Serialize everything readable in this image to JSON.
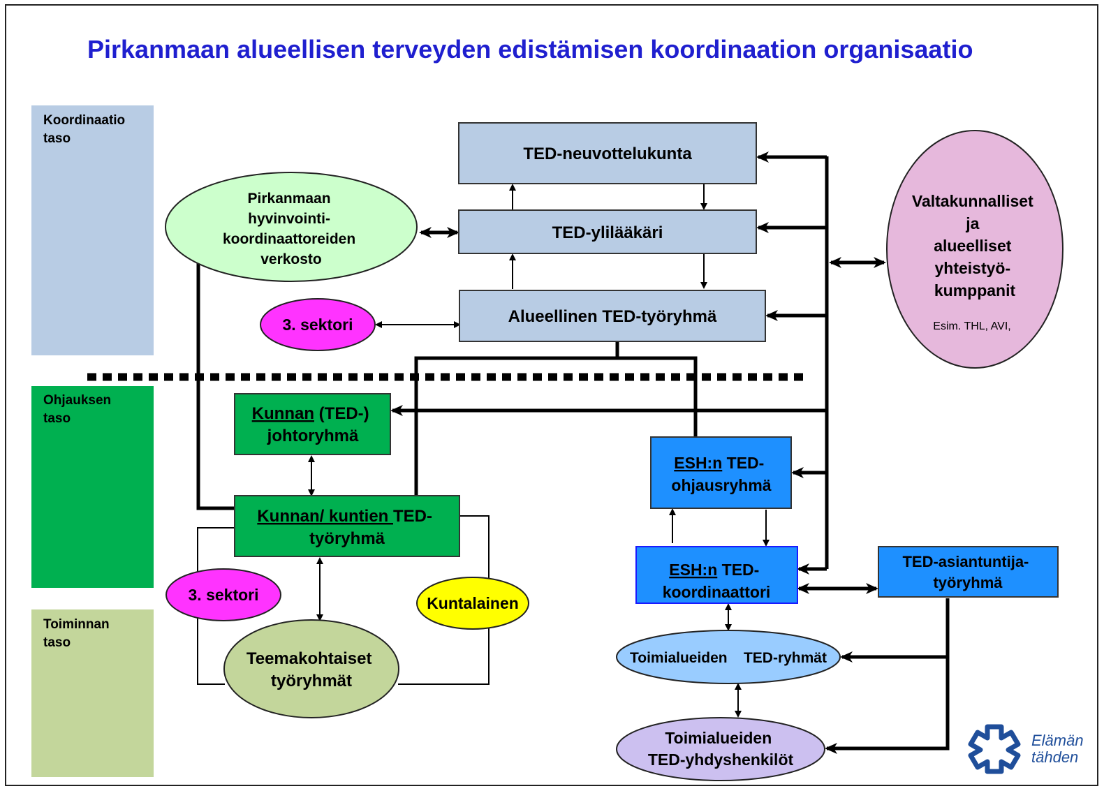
{
  "title": "Pirkanmaan alueellisen terveyden edistämisen koordinaation organisaatio",
  "levels": {
    "coordination": [
      "Koordinaatio",
      "taso"
    ],
    "steering": [
      "Ohjauksen",
      "taso"
    ],
    "operational": [
      "Toiminnan",
      "taso"
    ]
  },
  "nodes": {
    "ted_neuvottelukunta": "TED-neuvottelukunta",
    "ted_ylilaakari": "TED-ylilääkäri",
    "alueellinen_tyoryhma": "Alueellinen TED-työryhmä",
    "hyvinvointi_network": [
      "Pirkanmaan",
      "hyvinvointi-",
      "koordinaattoreiden",
      "verkosto"
    ],
    "sektori_top": "3. sektori",
    "valtakunnalliset": [
      "Valtakunnalliset",
      "ja",
      "alueelliset",
      "yhteistyö-",
      "kumppanit"
    ],
    "valtakunnalliset_note": "Esim. THL,  AVI,",
    "kunnan_johtoryhma": {
      "u": "Kunnan",
      "rest": " (TED-)",
      "line2": "johtoryhmä"
    },
    "kunnan_tyoryhma": {
      "u": "Kunnan/ kuntien ",
      "rest": "TED-",
      "line2": "työryhmä"
    },
    "sektori_bottom": "3. sektori",
    "kuntalainen": "Kuntalainen",
    "teemakohtaiset": [
      "Teemakohtaiset",
      "työryhmät"
    ],
    "esh_ohjausryhma": {
      "u": "ESH:n",
      "rest": " TED-",
      "line2": "ohjausryhmä"
    },
    "esh_koordinaattori": {
      "u": "ESH:n",
      "rest": " TED-",
      "line2": "koordinaattori"
    },
    "asiantuntija": [
      "TED-asiantuntija-",
      "työryhmä"
    ],
    "toimialueiden_ryhmat": "Toimialueiden    TED-ryhmät",
    "yhdyshenkilot": [
      "Toimialueiden",
      "TED-yhdyshenkilöt"
    ]
  },
  "logo": {
    "line1": "Elämän",
    "line2": "tähden"
  },
  "colors": {
    "title": "#1f1fcf",
    "coord_level": "#b8cce4",
    "steer_level": "#00b050",
    "oper_level": "#c3d69b",
    "box_light": "#b8cce4",
    "network_green": "#ccffcc",
    "magenta": "#ff33ff",
    "pink_ellipse": "#e6b8dc",
    "kunta_green": "#00b050",
    "blue": "#1e90ff",
    "light_blue": "#99ccff",
    "lavender": "#ccc0f0",
    "olive": "#c3d69b",
    "yellow": "#ffff00",
    "logo_blue": "#1f4e9a"
  }
}
